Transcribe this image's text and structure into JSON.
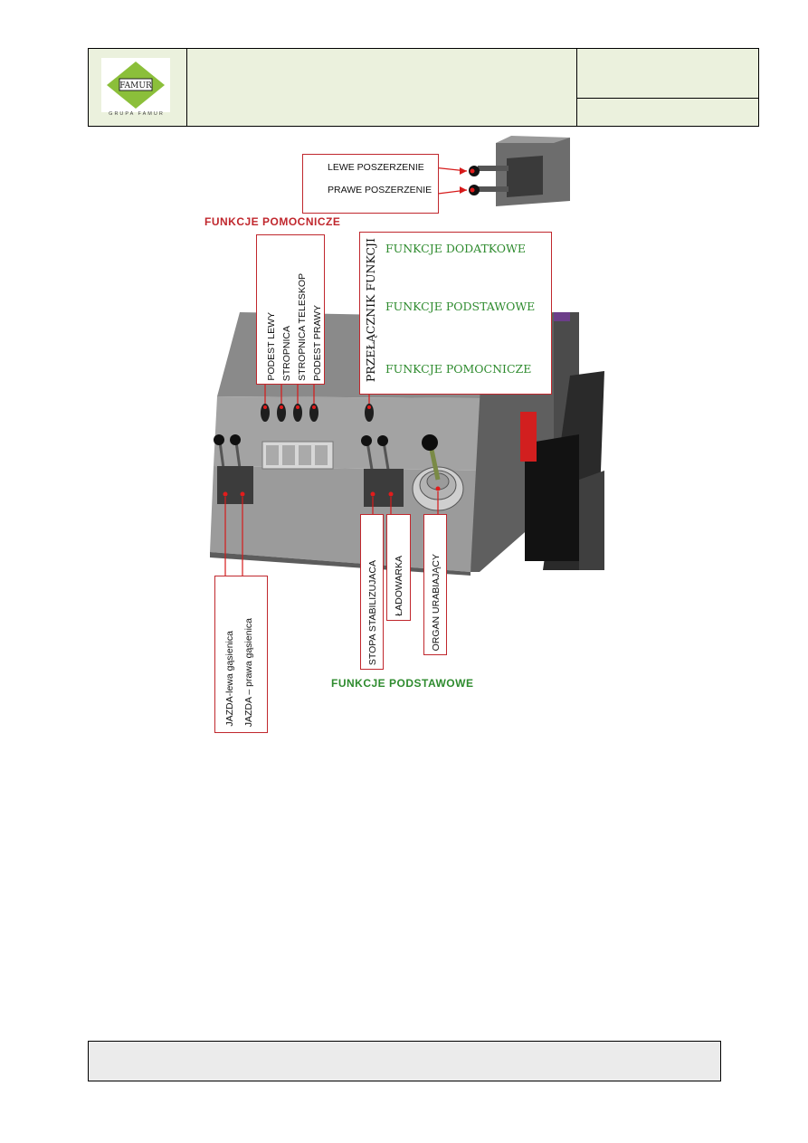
{
  "header": {
    "logo_text": "GRUPA FAMUR"
  },
  "top_labels": {
    "left_widening": "LEWE POSZERZENIE",
    "right_widening": "PRAWE POSZERZENIE"
  },
  "sections": {
    "auxiliary_functions": "FUNKCJE POMOCNICZE",
    "basic_functions": "FUNKCJE PODSTAWOWE"
  },
  "auxiliary_labels": [
    "PODEST LEWY",
    "STROPNICA",
    "STROPNICA TELESKOP",
    "PODEST PRAWY"
  ],
  "switch_box": {
    "title": "PRZEŁĄCZNIK FUNKCJI",
    "additional": "FUNKCJE DODATKOWE",
    "basic": "FUNKCJE PODSTAWOWE",
    "auxiliary": "FUNKCJE POMOCNICZE",
    "arrow_color": "#2e8b2e"
  },
  "bottom_labels": {
    "drive_left": "JAZDA-lewa gąsienica",
    "drive_right": "JAZDA – prawa gąsienica",
    "stabilizing_foot": "STOPA STABILIZUJACA",
    "loader": "ŁADOWARKA",
    "cutting_head": "ORGAN URABIAJĄCY"
  },
  "colors": {
    "label_border": "#c0272d",
    "header_bg": "#ebf1dd",
    "footer_bg": "#ebebeb",
    "accent_green": "#2e8b2e",
    "accent_red": "#c0272d"
  }
}
